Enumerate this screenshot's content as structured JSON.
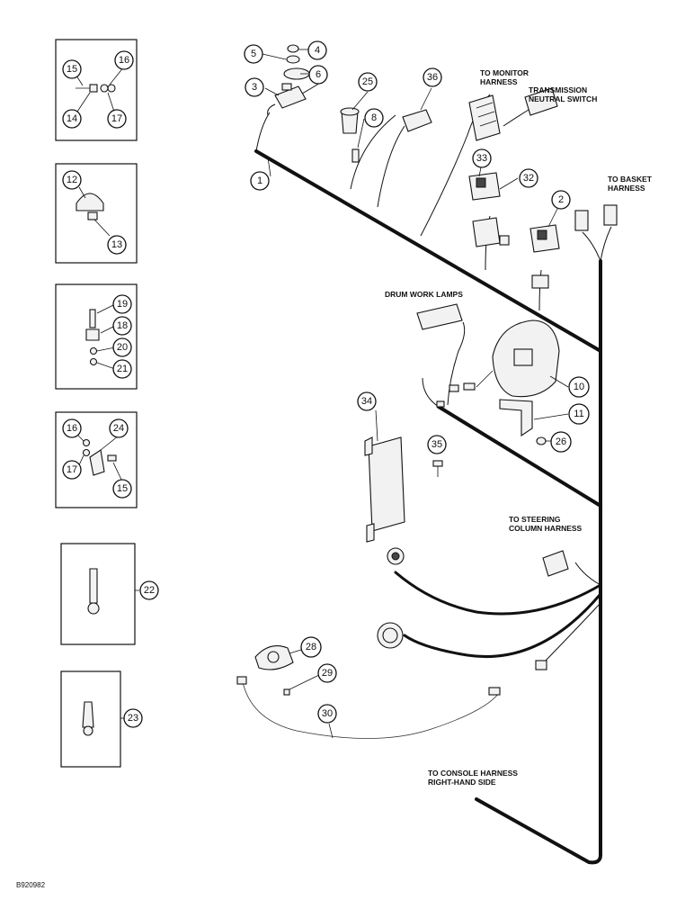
{
  "labels": {
    "monitor": [
      "TO MONITOR",
      "HARNESS"
    ],
    "transmission": [
      "TRANSMISSION",
      "NEUTRAL SWITCH"
    ],
    "basket": [
      "TO BASKET",
      "HARNESS"
    ],
    "drum": "DRUM WORK LAMPS",
    "steering": [
      "TO STEERING",
      "COLUMN HARNESS"
    ],
    "console": [
      "TO CONSOLE HARNESS",
      "RIGHT-HAND SIDE"
    ],
    "figure_id": "B920982"
  },
  "callouts": {
    "c1": "1",
    "c2": "2",
    "c3": "3",
    "c4": "4",
    "c5": "5",
    "c6": "6",
    "c8": "8",
    "c10": "10",
    "c11": "11",
    "c12": "12",
    "c13": "13",
    "c14": "14",
    "c15a": "15",
    "c15b": "15",
    "c16a": "16",
    "c16b": "16",
    "c17a": "17",
    "c17b": "17",
    "c18": "18",
    "c19": "19",
    "c20": "20",
    "c21": "21",
    "c22": "22",
    "c23": "23",
    "c24": "24",
    "c25": "25",
    "c26": "26",
    "c28": "28",
    "c29": "29",
    "c30": "30",
    "c32": "32",
    "c33": "33",
    "c34": "34",
    "c35": "35",
    "c36": "36"
  }
}
